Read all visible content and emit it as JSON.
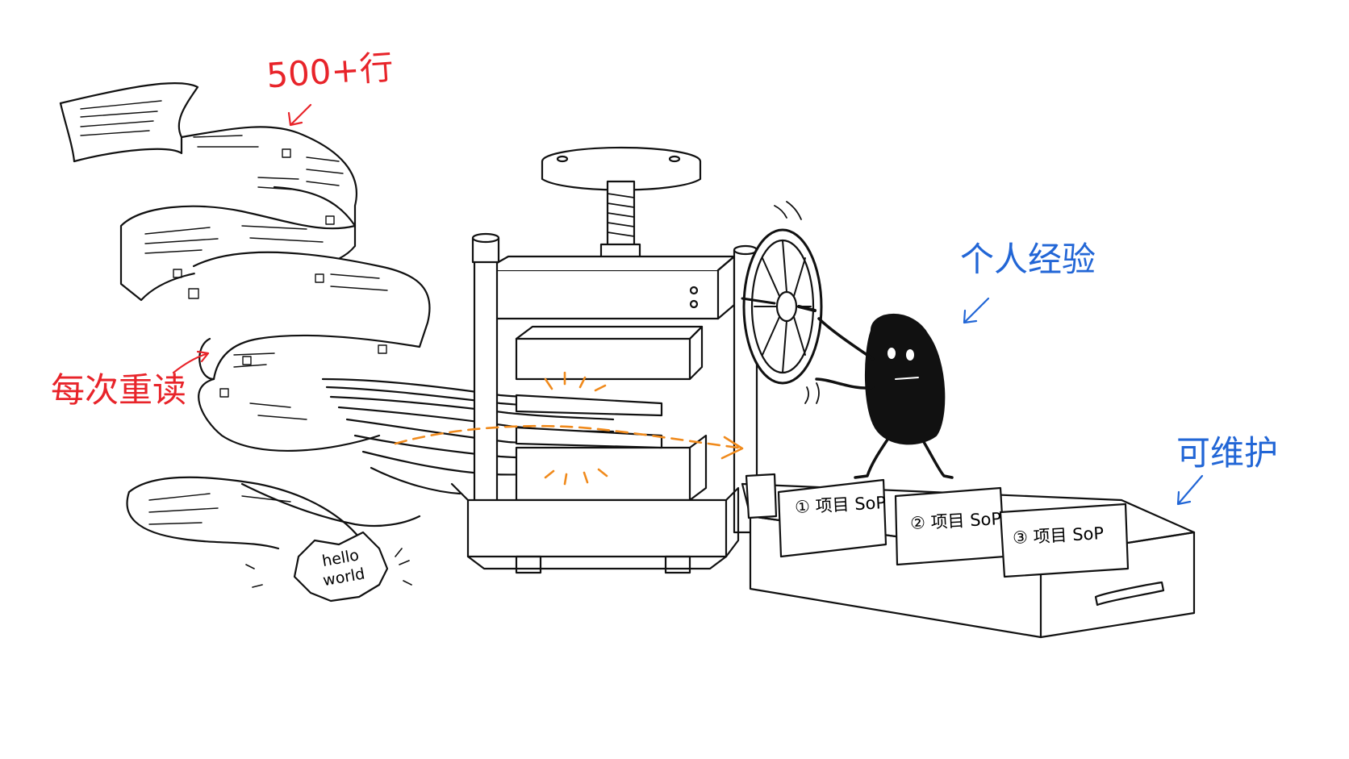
{
  "labels": {
    "lines_500": "500+行",
    "reread_each_time": "每次重读",
    "personal_experience": "个人经验",
    "maintainable": "可维护"
  },
  "crumpled_paper": {
    "line1": "hello",
    "line2": "world"
  },
  "cards": [
    {
      "text": "① 项目 SoP"
    },
    {
      "text": "② 项目 SoP"
    },
    {
      "text": "③ 项目 SoP"
    }
  ],
  "colors": {
    "red_annotation": "#e8242a",
    "blue_annotation": "#2266d6",
    "orange_arrow": "#f08a1c",
    "ink": "#111111"
  },
  "icons": {
    "press": "screw-press-illustration",
    "character": "black-bean-character",
    "drawer": "file-drawer"
  }
}
